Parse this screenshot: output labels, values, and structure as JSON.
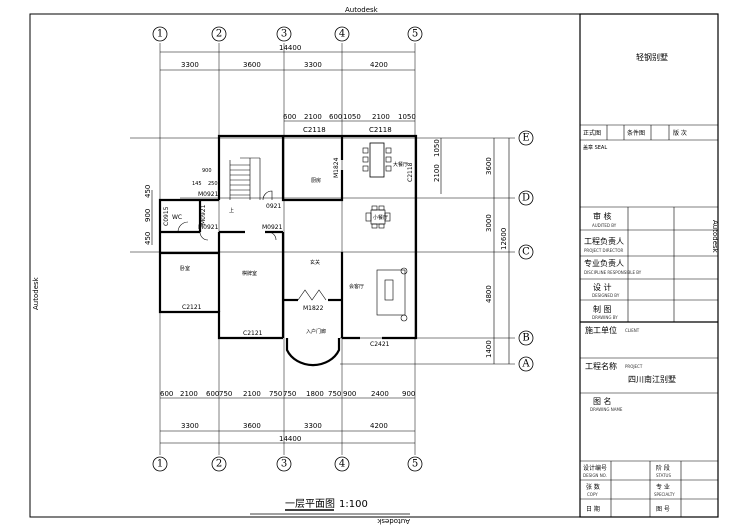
{
  "watermark": "Autodesk",
  "axes_x": [
    "1",
    "2",
    "3",
    "4",
    "5"
  ],
  "axes_y": [
    "E",
    "D",
    "C",
    "B",
    "A"
  ],
  "top_dims": {
    "total": "14400",
    "spans": [
      "3300",
      "3600",
      "3300",
      "4200"
    ],
    "windows": [
      "600",
      "2100",
      "600",
      "1050",
      "2100",
      "1050"
    ],
    "window_labels": [
      "C2118",
      "C2118"
    ]
  },
  "bottom_dims": {
    "total": "14400",
    "spans": [
      "3300",
      "3600",
      "3300",
      "4200"
    ],
    "detail": [
      "600",
      "2100",
      "600",
      "750",
      "2100",
      "750",
      "750",
      "1800",
      "750",
      "900",
      "2400",
      "900"
    ]
  },
  "right_dims": {
    "total": "12600",
    "spans": [
      "3600",
      "3000",
      "4800",
      "1400"
    ],
    "window": [
      "1050",
      "2100"
    ]
  },
  "left_dims": [
    "450",
    "900",
    "450"
  ],
  "rooms": {
    "kitchen": "厨房",
    "big_dining": "大餐厅",
    "small_dining": "小餐厅",
    "bedroom": "卧室",
    "chess_room": "棋牌室",
    "foyer": "玄关",
    "reception": "会客厅",
    "porch": "入户门廊",
    "wc": "WC",
    "stair_up": "上"
  },
  "openings": {
    "m1824": "M1824",
    "c2118_side": "C2118",
    "m0921_a": "M0921",
    "m0921_b": "M0921",
    "m0921_c": "M0921",
    "d0921": "0921",
    "m0921_wc": "M0921",
    "c0915": "C0915",
    "c2121_a": "C2121",
    "c2121_b": "C2121",
    "c2421": "C2421",
    "m1822": "M1822",
    "stair_900": "900",
    "stair_145": "145",
    "stair_250": "250"
  },
  "drawing_title": "一层平面图",
  "scale": "1:100",
  "title_block": {
    "project_header": "轻钢别墅",
    "row1": [
      "正式图",
      "条件图",
      "版 次"
    ],
    "seal": "盖章 SEAL",
    "roles": [
      {
        "cn": "审 核",
        "en": "AUDITED BY"
      },
      {
        "cn": "工程负责人",
        "en": "PROJECT DIRECTOR"
      },
      {
        "cn": "专业负责人",
        "en": "DISCIPLINE RESPONSIBLE BY"
      },
      {
        "cn": "设 计",
        "en": "DESIGNED BY"
      },
      {
        "cn": "制 图",
        "en": "DRAWING BY"
      }
    ],
    "client": {
      "cn": "施工单位",
      "en": "CLIENT"
    },
    "project": {
      "cn": "工程名称",
      "en": "PROJECT",
      "value": "四川南江别墅"
    },
    "drawing_name": {
      "cn": "图 名",
      "en": "DRAWING NAME"
    },
    "bottom": [
      {
        "cn": "设计编号",
        "en": "DESIGN NO."
      },
      {
        "cn": "阶 段",
        "en": "STATUS"
      },
      {
        "cn": "张 数",
        "en": "COPY"
      },
      {
        "cn": "专 业",
        "en": "SPECIALTY"
      },
      {
        "cn": "日 期",
        "en": ""
      },
      {
        "cn": "图 号",
        "en": ""
      }
    ]
  }
}
